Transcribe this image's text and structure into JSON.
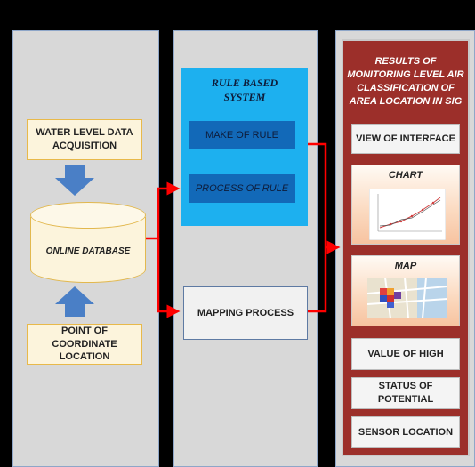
{
  "input": {
    "water_level": "WATER LEVEL DATA ACQUISITION",
    "online_db": "ONLINE DATABASE",
    "coordinate": "POINT OF COORDINATE LOCATION"
  },
  "rules": {
    "title": "RULE BASED SYSTEM",
    "make": "MAKE OF RULE",
    "process": "PROCESS OF RULE",
    "mapping": "MAPPING PROCESS"
  },
  "results": {
    "title": "RESULTS OF MONITORING LEVEL AIR CLASSIFICATION OF AREA LOCATION IN SIG",
    "view": "VIEW OF INTERFACE",
    "chart": "CHART",
    "map": "MAP",
    "value": "VALUE OF HIGH",
    "status": "STATUS OF POTENTIAL",
    "sensor": "SENSOR LOCATION"
  },
  "colors": {
    "arrow_red": "#ff0000",
    "arrow_blue": "#4a7fc6",
    "rule_panel": "#1db0ef",
    "results_panel": "#9c2f2a"
  }
}
